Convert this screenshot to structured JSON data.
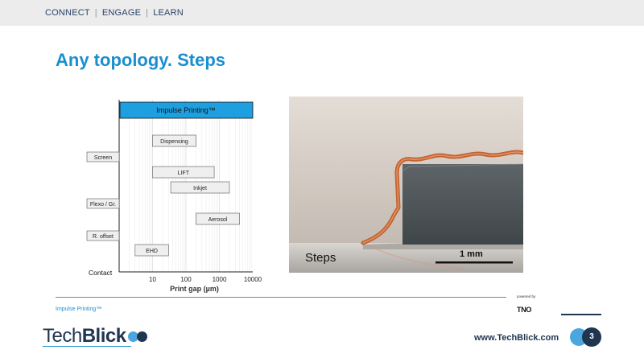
{
  "nav": {
    "items": [
      "CONNECT",
      "ENGAGE",
      "LEARN"
    ]
  },
  "slide": {
    "title": "Any topology. Steps"
  },
  "chart_data": {
    "type": "bar",
    "orientation": "horizontal-range",
    "xscale": "log",
    "xlim": [
      1,
      10000
    ],
    "xticks": [
      10,
      100,
      1000,
      10000
    ],
    "xlabel": "Print gap (µm)",
    "ylabel": "",
    "title": "",
    "grid": true,
    "y_categories": [
      "Screen",
      "Flexo / Gr.",
      "R. offset",
      "Contact"
    ],
    "ranges": [
      {
        "name": "Impulse Printing™",
        "start": 1,
        "end": 10000,
        "highlight": true
      },
      {
        "name": "Dispensing",
        "start": 10,
        "end": 200
      },
      {
        "name": "LIFT",
        "start": 10,
        "end": 700
      },
      {
        "name": "Inkjet",
        "start": 35,
        "end": 2000
      },
      {
        "name": "Aerosol",
        "start": 200,
        "end": 4000
      },
      {
        "name": "EHD",
        "start": 3,
        "end": 30
      }
    ],
    "colors": {
      "highlight": "#1ea0e0",
      "bar": "#efefef",
      "bar_border": "#555555"
    }
  },
  "photo": {
    "caption": "Steps",
    "scale_label": "1 mm"
  },
  "footer": {
    "label": "Impulse Printing™",
    "powered_by": "powered by",
    "partner": "TNO",
    "brand_light": "Tech",
    "brand_bold": "Blick",
    "url": "www.TechBlick.com",
    "page_number": "3"
  },
  "colors": {
    "accent": "#1a8fd0",
    "navy": "#1f3550",
    "light_blue": "#4aa6dd"
  }
}
